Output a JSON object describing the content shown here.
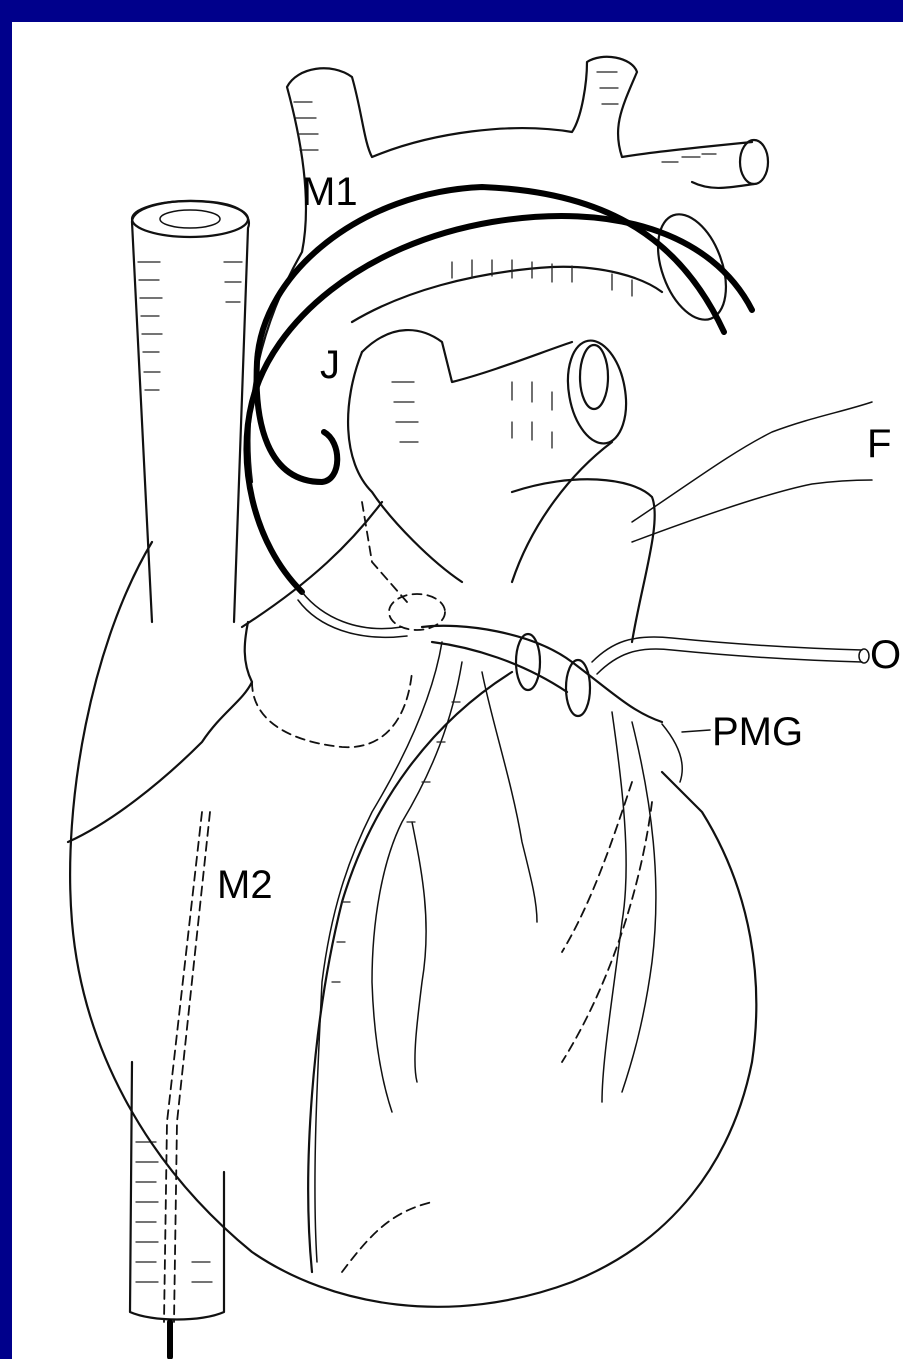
{
  "labels": {
    "m1": "M1",
    "j": "J",
    "f": "F",
    "o": "O",
    "pmg": "PMG",
    "m2": "M2"
  },
  "colors": {
    "border": "#00008b",
    "background": "#ffffff",
    "ink": "#111111"
  }
}
